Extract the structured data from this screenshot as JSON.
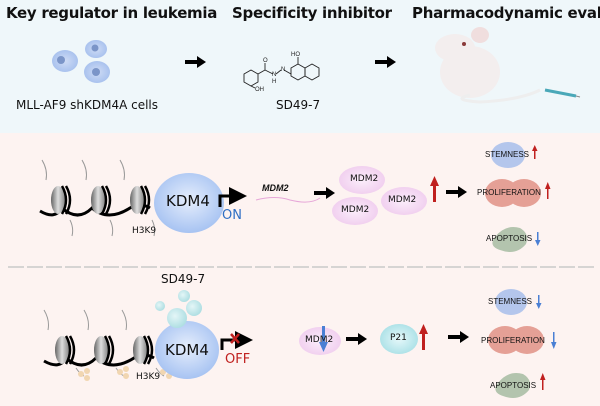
{
  "top_panel": {
    "steps": [
      {
        "title": "Key regulator in leukemia",
        "caption": "MLL-AF9  shKDM4A cells"
      },
      {
        "title": "Specificity inhibitor",
        "caption": "SD49-7"
      },
      {
        "title": "Pharmacodynamic evaluation",
        "caption": ""
      }
    ],
    "chem_labels": {
      "o": "O",
      "nh": "H",
      "n1": "N",
      "n2": "N",
      "oh1": "OH",
      "oh2": "HO"
    }
  },
  "on_panel": {
    "enzyme": "KDM4",
    "mark": "H3K9",
    "state": "ON",
    "state_color": "#2f6fc4",
    "gene": "MDM2",
    "proteins": [
      "MDM2",
      "MDM2",
      "MDM2"
    ],
    "protein_trend": "up",
    "outcomes": [
      {
        "label": "STEMNESS",
        "trend": "up"
      },
      {
        "label": "PROLIFERATION",
        "trend": "up"
      },
      {
        "label": "APOPTOSIS",
        "trend": "down"
      }
    ]
  },
  "off_panel": {
    "inhibitor": "SD49-7",
    "enzyme": "KDM4",
    "mark": "H3K9",
    "methyl_label": "Me",
    "state": "OFF",
    "state_color": "#c0201f",
    "protein1": "MDM2",
    "protein1_trend": "down",
    "protein2": "P21",
    "protein2_trend": "up",
    "outcomes": [
      {
        "label": "STEMNESS",
        "trend": "down"
      },
      {
        "label": "PROLIFERATION",
        "trend": "down"
      },
      {
        "label": "APOPTOSIS",
        "trend": "up"
      }
    ]
  },
  "colors": {
    "up_arrow": "#c0201f",
    "down_arrow": "#4a7fd4"
  }
}
